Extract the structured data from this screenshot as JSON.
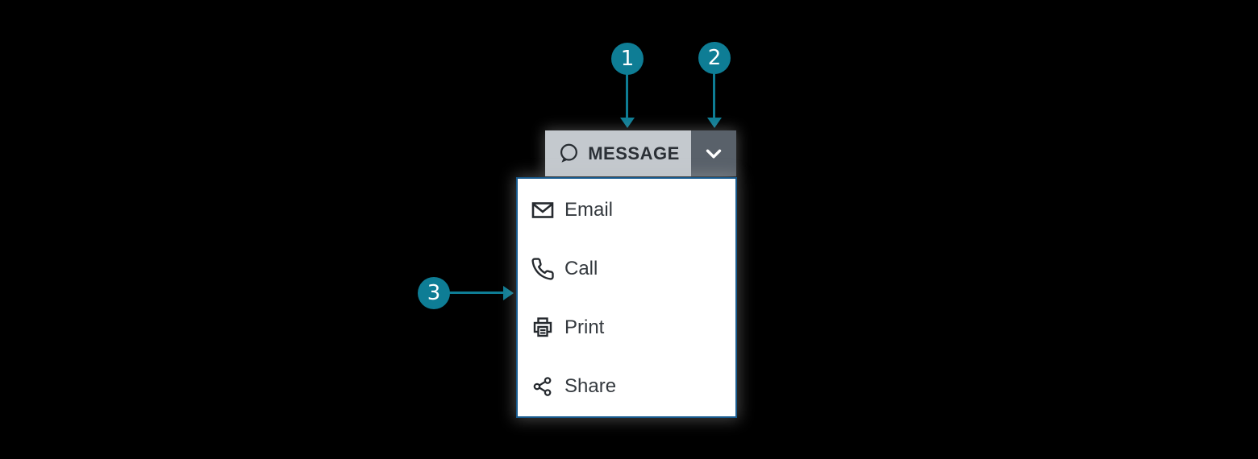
{
  "page": {
    "background_color": "#000000",
    "accent_teal": "#0e7d95",
    "menu_border_color": "#185a8d",
    "button_main_bg": "#c4c9ce",
    "button_toggle_bg": "#59616a"
  },
  "callouts": [
    {
      "number": "1"
    },
    {
      "number": "2"
    },
    {
      "number": "3"
    }
  ],
  "split_button": {
    "label": "MESSAGE",
    "icon": "speech-bubble-icon",
    "toggle_icon": "chevron-down-icon"
  },
  "menu": {
    "items": [
      {
        "icon": "envelope-icon",
        "label": "Email"
      },
      {
        "icon": "phone-icon",
        "label": "Call"
      },
      {
        "icon": "printer-icon",
        "label": "Print"
      },
      {
        "icon": "share-icon",
        "label": "Share"
      }
    ]
  }
}
